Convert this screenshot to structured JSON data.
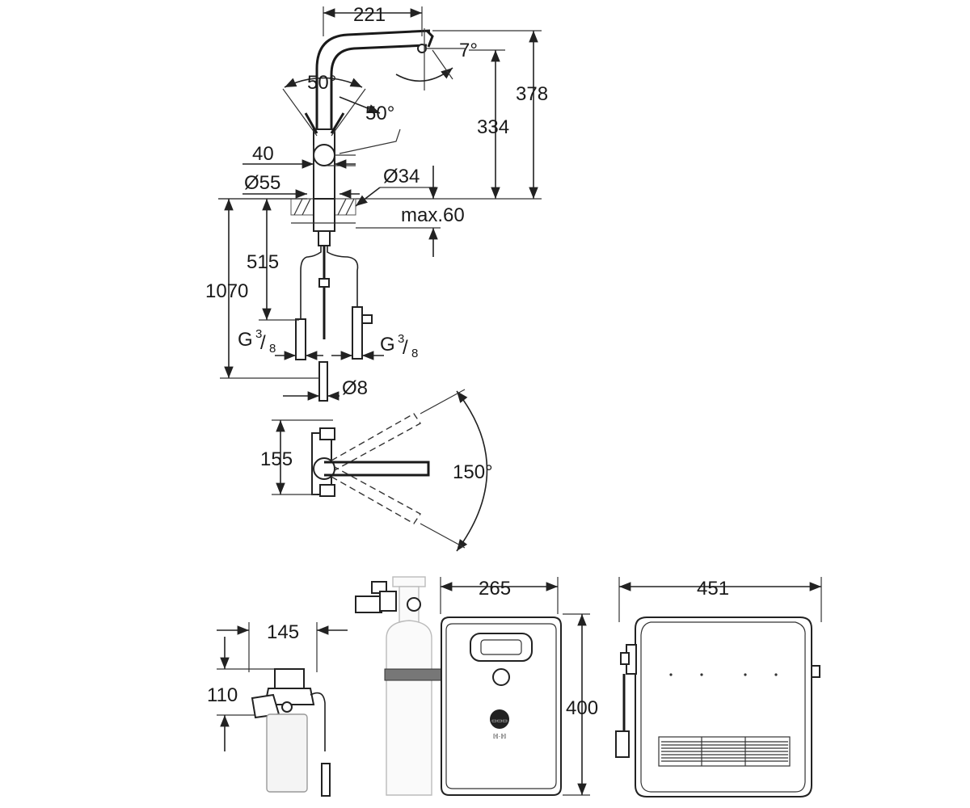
{
  "drawing": {
    "faucet": {
      "width": "221",
      "height_total": "378",
      "height_spout": "334",
      "tilt_angle": "7°",
      "lever_angle_left": "50°",
      "lever_angle_right": "50°",
      "lever_offset": "40",
      "base_diameter": "Ø55",
      "hole_diameter": "Ø34",
      "max_thickness": "max.60",
      "depth_hose": "515",
      "depth_total": "1070",
      "thread_left": {
        "base": "G",
        "num": "3",
        "den": "8"
      },
      "thread_right": {
        "base": "G",
        "num": "3",
        "den": "8"
      },
      "pipe_diameter": "Ø8"
    },
    "top_view": {
      "depth": "155",
      "swivel_angle": "150°"
    },
    "filter": {
      "width": "145",
      "height": "110"
    },
    "chiller_front": {
      "width": "265",
      "height": "400",
      "logo_text": "▭▭▭",
      "logo_sub": "ℍ·ℍ"
    },
    "chiller_side": {
      "width": "451"
    }
  }
}
